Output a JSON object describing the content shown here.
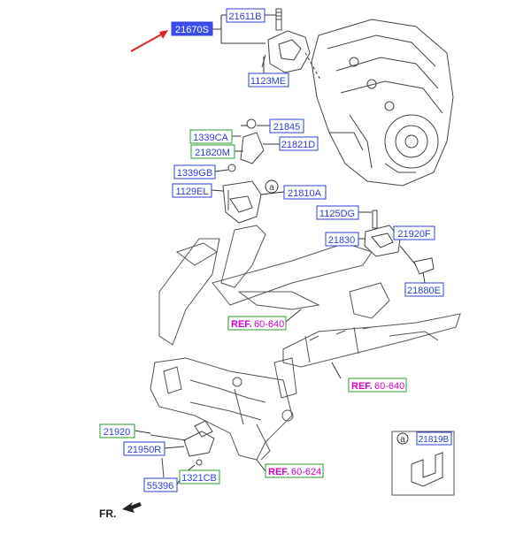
{
  "colors": {
    "line": "#333333",
    "blue_label": "#2b3fd6",
    "green_label": "#2e9a2e",
    "ref_text": "#d000c8",
    "highlight_fill": "#3c4cf0",
    "arrow": "#e02020"
  },
  "labels": [
    {
      "id": "21670S",
      "text": "21670S",
      "style": "highlight"
    },
    {
      "id": "21611B",
      "text": "21611B",
      "style": "blue"
    },
    {
      "id": "1123ME",
      "text": "1123ME",
      "style": "blue"
    },
    {
      "id": "1339CA",
      "text": "1339CA",
      "style": "green"
    },
    {
      "id": "21845",
      "text": "21845",
      "style": "blue"
    },
    {
      "id": "21820M",
      "text": "21820M",
      "style": "green"
    },
    {
      "id": "21821D",
      "text": "21821D",
      "style": "blue"
    },
    {
      "id": "1339GB",
      "text": "1339GB",
      "style": "blue"
    },
    {
      "id": "1129EL",
      "text": "1129EL",
      "style": "blue"
    },
    {
      "id": "21810A",
      "text": "21810A",
      "style": "blue"
    },
    {
      "id": "1125DG",
      "text": "1125DG",
      "style": "blue"
    },
    {
      "id": "21830",
      "text": "21830",
      "style": "blue"
    },
    {
      "id": "21920F",
      "text": "21920F",
      "style": "blue"
    },
    {
      "id": "21880E",
      "text": "21880E",
      "style": "blue"
    },
    {
      "id": "21920",
      "text": "21920",
      "style": "green"
    },
    {
      "id": "21950R",
      "text": "21950R",
      "style": "blue"
    },
    {
      "id": "55396",
      "text": "55396",
      "style": "blue"
    },
    {
      "id": "1321CB",
      "text": "1321CB",
      "style": "green"
    },
    {
      "id": "21819B",
      "text": "21819B",
      "style": "blue"
    }
  ],
  "refs": [
    {
      "id": "ref1",
      "prefix": "REF.",
      "code": "60-640"
    },
    {
      "id": "ref2",
      "prefix": "REF.",
      "code": "60-640"
    },
    {
      "id": "ref3",
      "prefix": "REF.",
      "code": "60-624"
    }
  ],
  "callout_letter": "a",
  "fr_label": "FR."
}
